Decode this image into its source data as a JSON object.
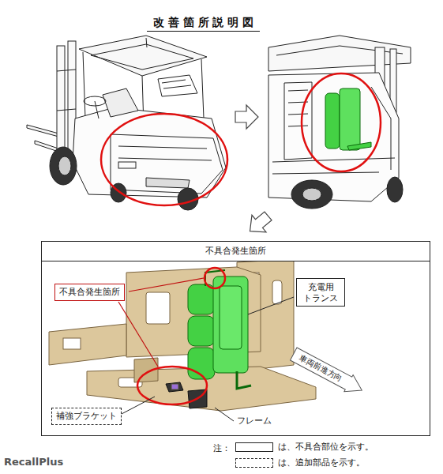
{
  "diagram": {
    "title": "改 善 箇 所 説 明 図",
    "nodes": [
      {
        "text": [
          "不具合発生箇所"
        ]
      },
      {
        "text": [
          "不具合発生箇所"
        ],
        "in": 0
      },
      {
        "text": [
          "充電用 トランス"
        ],
        "in": 0
      },
      {
        "text": [
          "車両前進方向"
        ],
        "in": 0
      },
      {
        "text": [
          "補強ブラケット"
        ],
        "in": 0
      }
    ],
    "labels": [
      "フレーム",
      "注：",
      "RecallPlus"
    ],
    "legend": [
      {
        "text": "は、不具合部位を示す。"
      },
      {
        "text": "は、追加部品を示す。"
      }
    ]
  }
}
